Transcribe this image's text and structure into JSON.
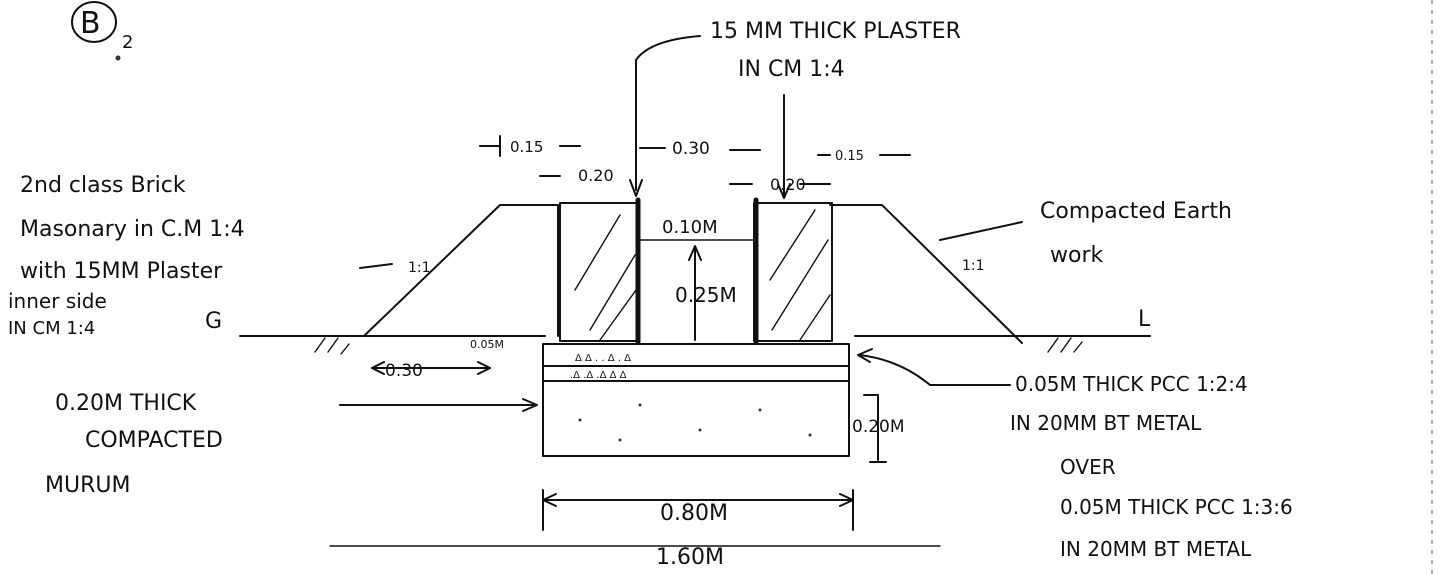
{
  "figure_id": "B",
  "figure_suffix": "2",
  "labels": {
    "plaster_title": "15 MM THICK PLASTER",
    "plaster_mix": "IN CM 1:4",
    "brick_l1": "2nd class Brick",
    "brick_l2": "Masonary in C.M 1:4",
    "brick_l3": "with 15MM Plaster",
    "brick_l4": "inner side",
    "brick_l5": "IN CM 1:4",
    "earth_l1": "Compacted Earth",
    "earth_l2": "work",
    "ground_mark": "G",
    "ground_mark_right": "L",
    "murum_l1": "0.20M THICK",
    "murum_l2": "COMPACTED",
    "murum_l3": "MURUM",
    "pcc_l1": "0.05M THICK PCC 1:2:4",
    "pcc_l2": "IN 20MM BT METAL",
    "pcc_l3": "OVER",
    "pcc_l4": "0.05M THICK PCC 1:3:6",
    "pcc_l5": "IN 20MM BT METAL",
    "slope_left": "1:1",
    "slope_right": "1:1"
  },
  "dimensions": {
    "top_left": "0.15",
    "wall_left": "0.20",
    "clear": "0.30",
    "wall_right": "0.20",
    "top_right": "0.15",
    "free_board": "0.10M",
    "depth": "0.25M",
    "offset": "0.05M",
    "left_berm": "0.30",
    "murum_depth": "0.20M",
    "base_width": "0.80M",
    "overall": "1.60M"
  }
}
